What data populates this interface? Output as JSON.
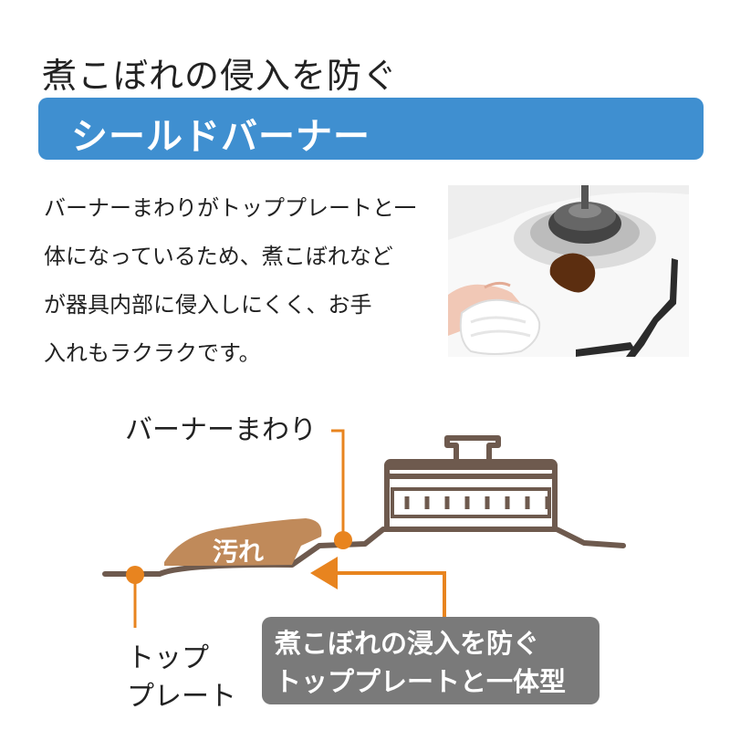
{
  "title": "煮こぼれの侵入を防ぐ",
  "banner": {
    "text": "シールドバーナー",
    "color": "#3f8fd0"
  },
  "description": [
    "バーナーまわりがトッププレートと一",
    "体になっているため、煮こぼれなど",
    "が器具内部に侵入しにくく、お手",
    "入れもラクラクです。"
  ],
  "diagram": {
    "burner_label": "バーナーまわり",
    "top_plate_label_line1": "トップ",
    "top_plate_label_line2": "プレート",
    "dirt_label": "汚れ",
    "callout_line1": "煮こぼれの浸入を防ぐ",
    "callout_line2": "トッププレートと一体型",
    "colors": {
      "line": "#6e5a4e",
      "accent": "#e8841f",
      "dirt": "#c08a5a",
      "callout_bg": "#7a7a7a"
    }
  }
}
